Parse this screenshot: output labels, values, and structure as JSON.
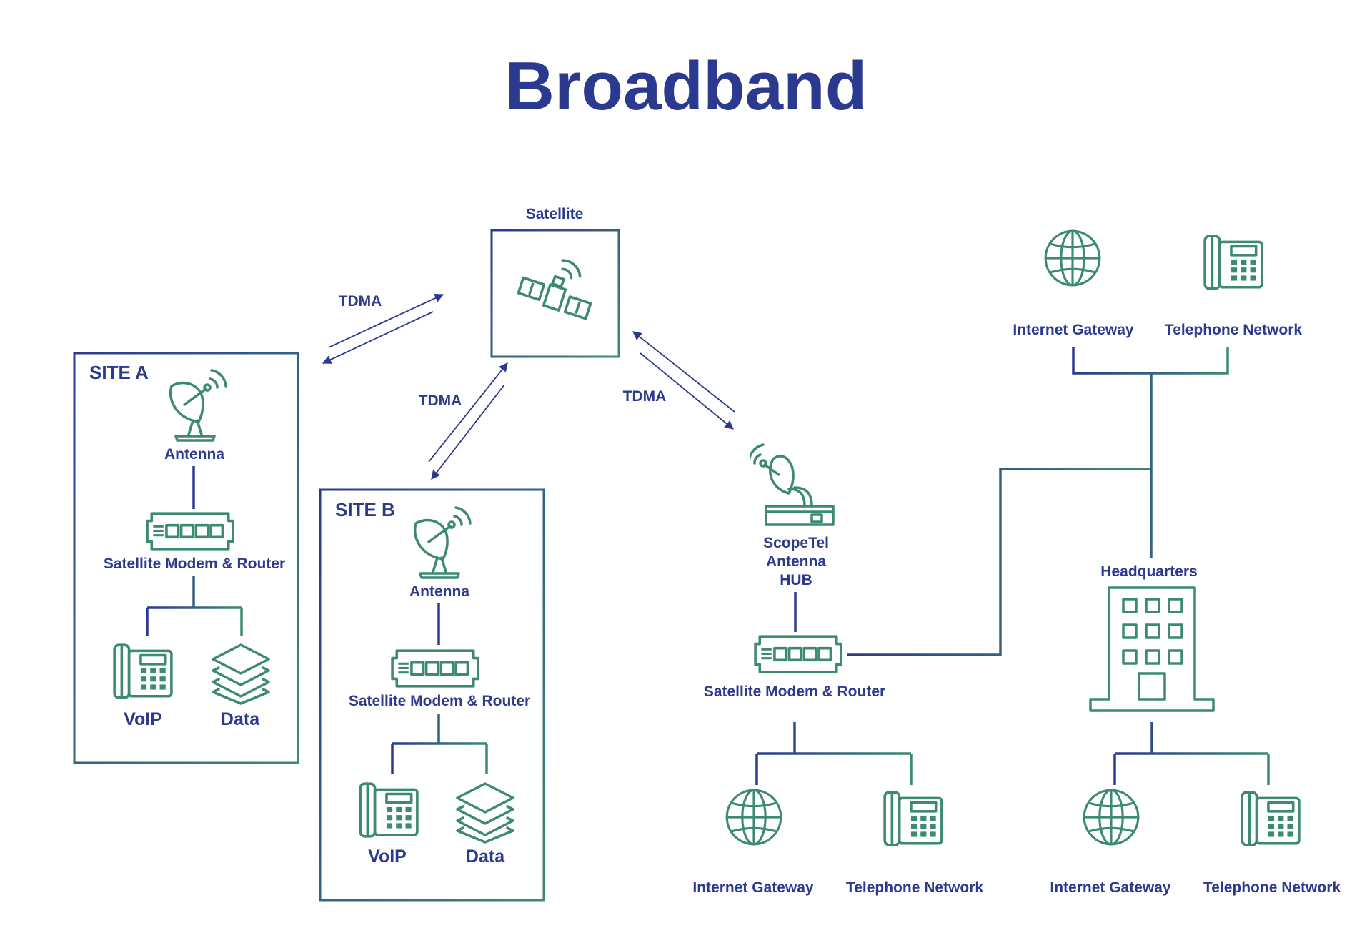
{
  "title": "Broadband",
  "colors": {
    "navy": "#2b3a8f",
    "green": "#3c8a74"
  },
  "satellite": {
    "label": "Satellite"
  },
  "links": {
    "site_a": "TDMA",
    "site_b": "TDMA",
    "hub": "TDMA"
  },
  "site_a": {
    "name": "SITE A",
    "antenna": "Antenna",
    "modem": "Satellite Modem & Router",
    "voip": "VoIP",
    "data": "Data"
  },
  "site_b": {
    "name": "SITE B",
    "antenna": "Antenna",
    "modem": "Satellite Modem & Router",
    "voip": "VoIP",
    "data": "Data"
  },
  "hub": {
    "name_line1": "ScopeTel",
    "name_line2": "Antenna",
    "name_line3": "HUB",
    "modem": "Satellite Modem & Router",
    "gateway": "Internet Gateway",
    "telephone": "Telephone Network"
  },
  "top_right": {
    "gateway": "Internet Gateway",
    "telephone": "Telephone Network"
  },
  "headquarters": {
    "name": "Headquarters",
    "gateway": "Internet Gateway",
    "telephone": "Telephone Network"
  },
  "icons": [
    "antenna-dish-icon",
    "satellite-icon",
    "router-icon",
    "phone-icon",
    "data-layers-icon",
    "globe-icon",
    "building-icon"
  ]
}
